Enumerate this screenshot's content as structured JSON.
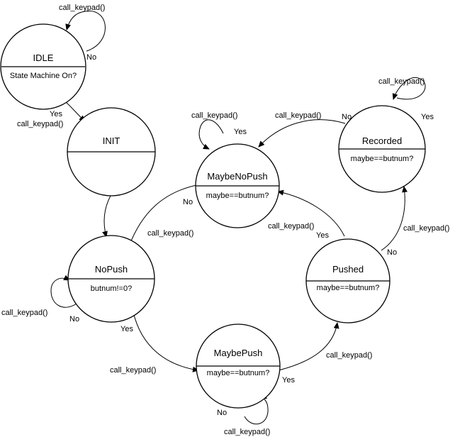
{
  "states": [
    {
      "id": "idle",
      "name": "IDLE",
      "condition": "State Machine On?"
    },
    {
      "id": "init",
      "name": "INIT",
      "condition": ""
    },
    {
      "id": "maybenopush",
      "name": "MaybeNoPush",
      "condition": "maybe==butnum?"
    },
    {
      "id": "recorded",
      "name": "Recorded",
      "condition": "maybe==butnum?"
    },
    {
      "id": "nopush",
      "name": "NoPush",
      "condition": "butnum!=0?"
    },
    {
      "id": "pushed",
      "name": "Pushed",
      "condition": "maybe==butnum?"
    },
    {
      "id": "maybepush",
      "name": "MaybePush",
      "condition": "maybe==butnum?"
    }
  ],
  "labels": {
    "idle_self_action": "call_keypad()",
    "idle_self_cond": "No",
    "idle_init_cond": "Yes",
    "idle_init_action": "call_keypad()",
    "maybenopush_self_action": "call_keypad()",
    "maybenopush_self_cond": "Yes",
    "recorded_to_maybenopush_action": "call_keypad()",
    "recorded_to_maybenopush_cond": "No",
    "recorded_self_action": "call_keypad()",
    "recorded_self_cond": "Yes",
    "maybenopush_to_nopush_cond": "No",
    "maybenopush_to_nopush_action": "call_keypad()",
    "pushed_to_maybenopush_action": "call_keypad()",
    "pushed_to_maybenopush_cond": "Yes",
    "pushed_to_recorded_action": "call_keypad()",
    "pushed_to_recorded_cond": "No",
    "nopush_self_action": "call_keypad()",
    "nopush_self_cond": "No",
    "nopush_to_maybepush_cond": "Yes",
    "nopush_to_maybepush_action": "call_keypad()",
    "maybepush_to_pushed_action": "call_keypad()",
    "maybepush_to_pushed_cond": "Yes",
    "maybepush_self_cond": "No",
    "maybepush_self_action": "call_keypad()"
  }
}
